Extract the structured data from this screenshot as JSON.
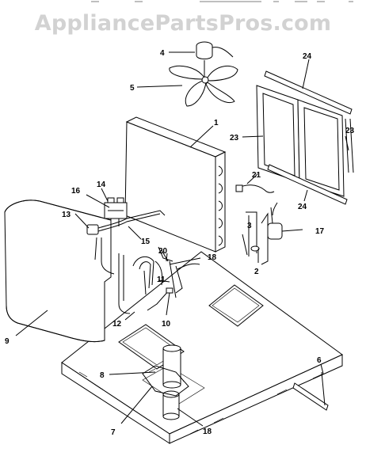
{
  "watermark": "AppliancePartsPros.com",
  "callouts": {
    "p1": "1",
    "p2": "2",
    "p3": "3",
    "p4": "4",
    "p5": "5",
    "p6": "6",
    "p7": "7",
    "p8": "8",
    "p9": "9",
    "p10": "10",
    "p11": "11",
    "p12": "12",
    "p13": "13",
    "p14": "14",
    "p15": "15",
    "p16": "16",
    "p17": "17",
    "p18a": "18",
    "p18b": "18",
    "p20": "20",
    "p21": "21",
    "p23a": "23",
    "p23b": "23",
    "p24a": "24",
    "p24b": "24"
  }
}
